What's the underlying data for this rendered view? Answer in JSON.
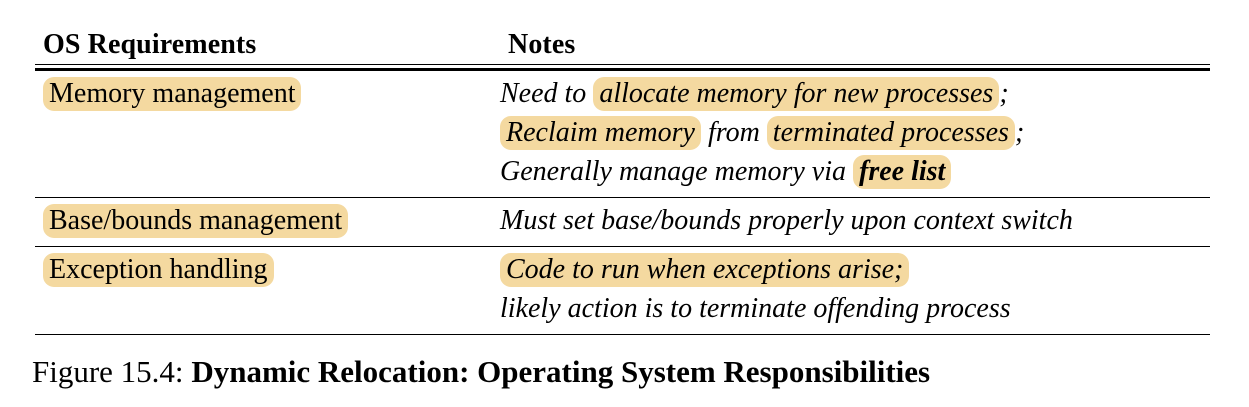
{
  "figure": {
    "caption_label": "Figure 15.4:",
    "caption_title": "Dynamic Relocation: Operating System Responsibilities"
  },
  "colors": {
    "highlight": "#f4d9a0",
    "text": "#000000",
    "rule": "#000000",
    "background": "#ffffff"
  },
  "table": {
    "headers": {
      "requirements": "OS Requirements",
      "notes": "Notes"
    },
    "rows": [
      {
        "requirement": "Memory management",
        "requirement_highlighted": true,
        "notes_lines": [
          {
            "full_text": "Need to allocate memory for new processes;",
            "segments": [
              {
                "text": "Need to ",
                "highlight": false,
                "bold": false
              },
              {
                "text": "allocate memory for new processes",
                "highlight": true,
                "bold": false
              },
              {
                "text": ";",
                "highlight": false,
                "bold": false
              }
            ]
          },
          {
            "full_text": "Reclaim memory from terminated processes;",
            "segments": [
              {
                "text": "Reclaim memory",
                "highlight": true,
                "bold": false
              },
              {
                "text": " from ",
                "highlight": false,
                "bold": false
              },
              {
                "text": "terminated processes",
                "highlight": true,
                "bold": false
              },
              {
                "text": ";",
                "highlight": false,
                "bold": false
              }
            ]
          },
          {
            "full_text": "Generally manage memory via free list",
            "segments": [
              {
                "text": "Generally manage memory via ",
                "highlight": false,
                "bold": false
              },
              {
                "text": "free list",
                "highlight": true,
                "bold": true
              }
            ]
          }
        ]
      },
      {
        "requirement": "Base/bounds management",
        "requirement_highlighted": true,
        "notes_lines": [
          {
            "full_text": "Must set base/bounds properly upon context switch",
            "segments": [
              {
                "text": "Must set base/bounds properly upon context switch",
                "highlight": false,
                "bold": false
              }
            ]
          }
        ]
      },
      {
        "requirement": "Exception handling",
        "requirement_highlighted": true,
        "notes_lines": [
          {
            "full_text": "Code to run when exceptions arise;",
            "segments": [
              {
                "text": "Code to run when exceptions arise;",
                "highlight": true,
                "bold": false
              }
            ]
          },
          {
            "full_text": "likely action is to terminate offending process",
            "segments": [
              {
                "text": "likely action is to terminate offending process",
                "highlight": false,
                "bold": false
              }
            ]
          }
        ]
      }
    ]
  }
}
